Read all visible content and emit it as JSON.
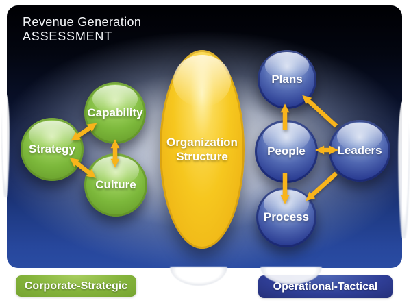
{
  "title": {
    "line1": "Revenue Generation",
    "line2": "ASSESSMENT"
  },
  "nodes": {
    "strategy": {
      "label": "Strategy"
    },
    "capability": {
      "label": "Capability"
    },
    "culture": {
      "label": "Culture"
    },
    "organization": {
      "label": "Organization Structure"
    },
    "plans": {
      "label": "Plans"
    },
    "people": {
      "label": "People"
    },
    "leaders": {
      "label": "Leaders"
    },
    "process": {
      "label": "Process"
    }
  },
  "legend": {
    "left": {
      "label": "Corporate-Strategic"
    },
    "right": {
      "label": "Operational-Tactical"
    }
  },
  "connections": [
    {
      "from": "Strategy",
      "to": "Capability",
      "bidirectional": true
    },
    {
      "from": "Capability",
      "to": "Culture",
      "bidirectional": true
    },
    {
      "from": "Strategy",
      "to": "Culture",
      "bidirectional": true
    },
    {
      "from": "People",
      "to": "Plans",
      "bidirectional": false
    },
    {
      "from": "Leaders",
      "to": "Plans",
      "bidirectional": false
    },
    {
      "from": "People",
      "to": "Leaders",
      "bidirectional": true
    },
    {
      "from": "People",
      "to": "Process",
      "bidirectional": false
    },
    {
      "from": "Leaders",
      "to": "Process",
      "bidirectional": false
    }
  ],
  "colors": {
    "green_node": "#7cb83b",
    "blue_node": "#2a3c92",
    "gold_node": "#f6c71f",
    "arrow": "#f8b41b",
    "panel_bottom_blue": "#2a4ca3",
    "legend_green": "#85b43c",
    "legend_blue": "#2f3e96",
    "text": "#ffffff"
  }
}
